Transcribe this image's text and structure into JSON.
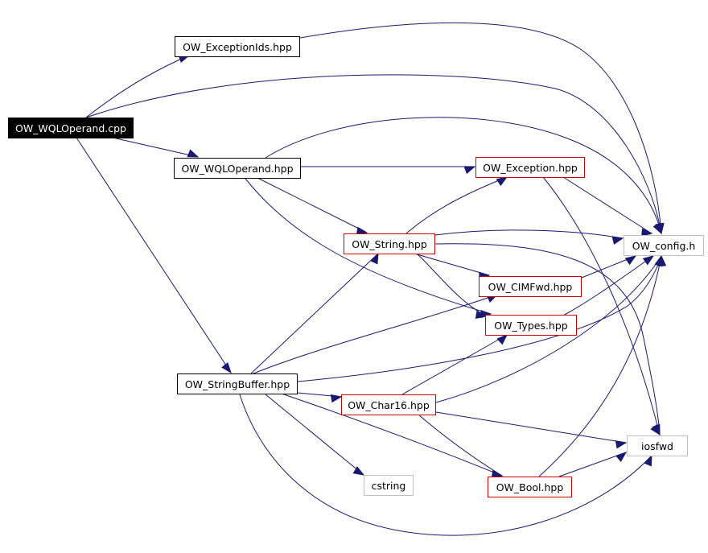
{
  "nodes": {
    "wql_operand_cpp": "OW_WQLOperand.cpp",
    "exception_ids_hpp": "OW_ExceptionIds.hpp",
    "wql_operand_hpp": "OW_WQLOperand.hpp",
    "exception_hpp": "OW_Exception.hpp",
    "string_hpp": "OW_String.hpp",
    "config_h": "OW_config.h",
    "cimfwd_hpp": "OW_CIMFwd.hpp",
    "types_hpp": "OW_Types.hpp",
    "stringbuffer_hpp": "OW_StringBuffer.hpp",
    "char16_hpp": "OW_Char16.hpp",
    "iosfwd": "iosfwd",
    "cstring": "cstring",
    "bool_hpp": "OW_Bool.hpp"
  },
  "colors": {
    "edge": "#191970",
    "documented_border": "#000000",
    "undocumented_border": "#cc0000",
    "external_border": "#bfbfbf",
    "root_fill": "#000000"
  }
}
